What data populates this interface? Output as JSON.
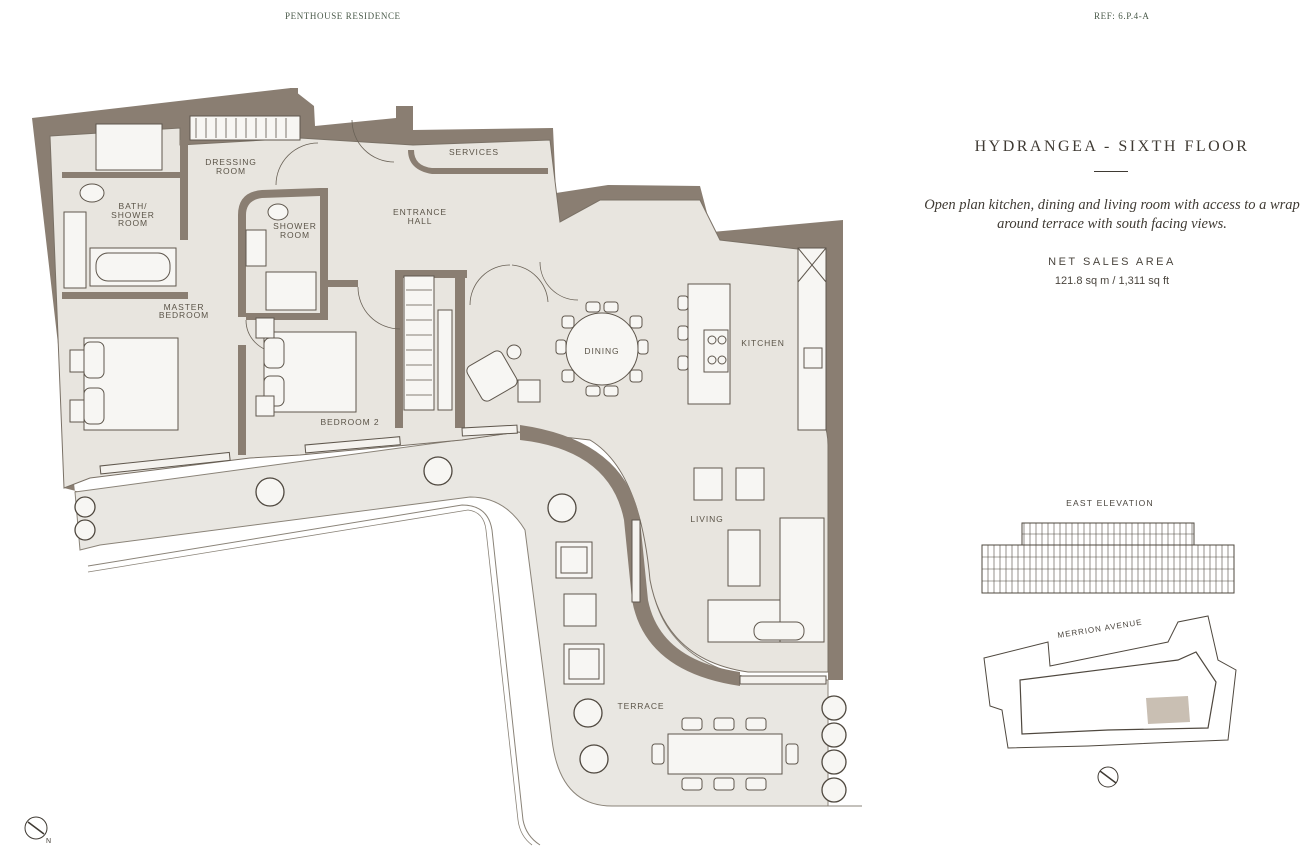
{
  "header": {
    "left": "PENTHOUSE RESIDENCE",
    "right": "REF: 6.P.4-A"
  },
  "panel": {
    "title": "HYDRANGEA - SIXTH FLOOR",
    "description": "Open plan kitchen, dining and living room with access to a wrap around terrace with south facing views.",
    "net_sales_area_label": "NET SALES AREA",
    "net_sales_area_value": "121.8 sq m / 1,311 sq ft",
    "elevation_label": "EAST ELEVATION",
    "street_label": "MERRION AVENUE"
  },
  "rooms": {
    "dressing_l1": "DRESSING",
    "dressing_l2": "ROOM",
    "services": "SERVICES",
    "bath_l1": "BATH/",
    "bath_l2": "SHOWER",
    "bath_l3": "ROOM",
    "shower_l1": "SHOWER",
    "shower_l2": "ROOM",
    "entrance_l1": "ENTRANCE",
    "entrance_l2": "HALL",
    "master_l1": "MASTER",
    "master_l2": "BEDROOM",
    "dining": "DINING",
    "kitchen": "KITCHEN",
    "bedroom2": "BEDROOM 2",
    "living": "LIVING",
    "terrace": "TERRACE"
  },
  "compass_letter": "N",
  "colors": {
    "wall": "#8a7e72",
    "floor": "#e8e5df",
    "terrace": "#e9e7e2",
    "furniture": "#f7f6f3",
    "line": "#5f574d",
    "accent": "#c9bfb3"
  }
}
